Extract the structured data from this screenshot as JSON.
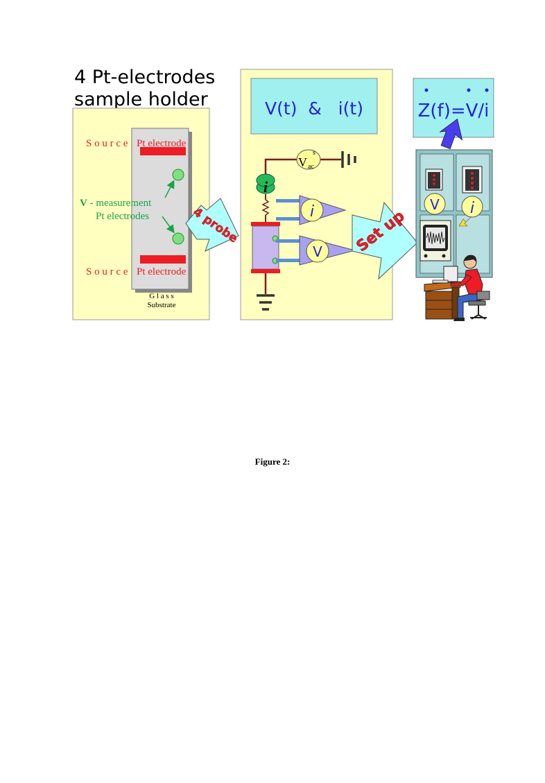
{
  "left_panel": {
    "title_line1": "4 Pt-electrodes",
    "title_line2": "sample holder",
    "source_top_word": "S o u r c e",
    "source_top_electrode": "Pt electrode",
    "v_bold": "V",
    "v_rest": " - measurement",
    "pt_electrodes": "Pt electrodes",
    "source_bottom_word": "S o u r c e",
    "source_bottom_electrode": "Pt electrode",
    "glass": "G l a s s",
    "substrate": "Substrate"
  },
  "arrow_probe_label": "4 probe",
  "middle_panel": {
    "title": "V(t)  &   i(t)",
    "vac_main": "V",
    "vac_sup": "s",
    "vac_sub": "ac",
    "current_source_label": "i",
    "amp_i_label": "i",
    "amp_v_label": "V"
  },
  "arrow_setup_label": "Set up",
  "right_panel": {
    "formula": "Z(f)=V/i",
    "meter_v_label": "V",
    "meter_i_label": "i"
  },
  "caption": "Figure 2:",
  "colors": {
    "panel_fill": "#ffffc0",
    "cyan_box": "#a0f0f0",
    "blue_text": "#2222dd",
    "red": "#ee1c24",
    "green": "#1aa34a",
    "arrow_fill": "#b0ffff",
    "arrow_text": "#ee1c24",
    "rack": "#8ec6c6"
  }
}
